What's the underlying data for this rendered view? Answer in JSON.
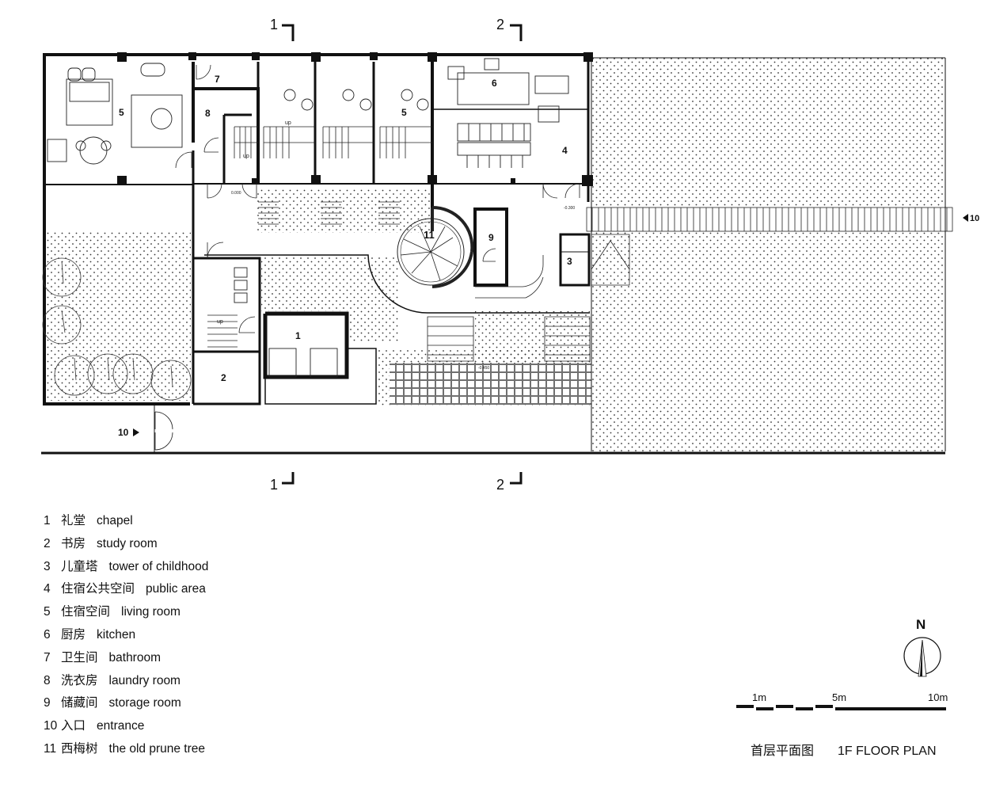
{
  "plan": {
    "title_zh": "首层平面图",
    "title_en": "1F FLOOR PLAN",
    "north_label": "N",
    "section_marks": [
      "1",
      "2"
    ],
    "room_tags": [
      "1",
      "2",
      "3",
      "4",
      "5",
      "5",
      "6",
      "7",
      "8",
      "9",
      "10",
      "10",
      "11"
    ],
    "stair_tags": [
      "up",
      "up",
      "up"
    ],
    "level_tags": [
      "0.000",
      "-0.300",
      "-0.450"
    ]
  },
  "scale_bar": {
    "labels": [
      "1m",
      "5m",
      "10m"
    ]
  },
  "legend": [
    {
      "num": "1",
      "zh": "礼堂",
      "en": "chapel"
    },
    {
      "num": "2",
      "zh": "书房",
      "en": "study room"
    },
    {
      "num": "3",
      "zh": "儿童塔",
      "en": "tower of childhood"
    },
    {
      "num": "4",
      "zh": "住宿公共空间",
      "en": "public area"
    },
    {
      "num": "5",
      "zh": "住宿空间",
      "en": "living room"
    },
    {
      "num": "6",
      "zh": "厨房",
      "en": "kitchen"
    },
    {
      "num": "7",
      "zh": "卫生间",
      "en": "bathroom"
    },
    {
      "num": "8",
      "zh": "洗衣房",
      "en": "laundry room"
    },
    {
      "num": "9",
      "zh": "储藏间",
      "en": "storage room"
    },
    {
      "num": "10",
      "zh": "入口",
      "en": "entrance"
    },
    {
      "num": "11",
      "zh": "西梅树",
      "en": "the old prune tree"
    }
  ]
}
